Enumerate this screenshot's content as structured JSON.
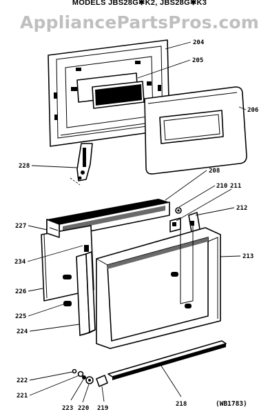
{
  "title": "MODELS JBS28G✱K2, JBS28G✱K3",
  "watermark": "AppliancePartsPros.com",
  "diagram_code": "(WB1783)",
  "callouts": [
    "204",
    "205",
    "206",
    "208",
    "210",
    "211",
    "212",
    "213",
    "218",
    "219",
    "220",
    "221",
    "222",
    "223",
    "224",
    "225",
    "226",
    "227",
    "228",
    "234"
  ]
}
